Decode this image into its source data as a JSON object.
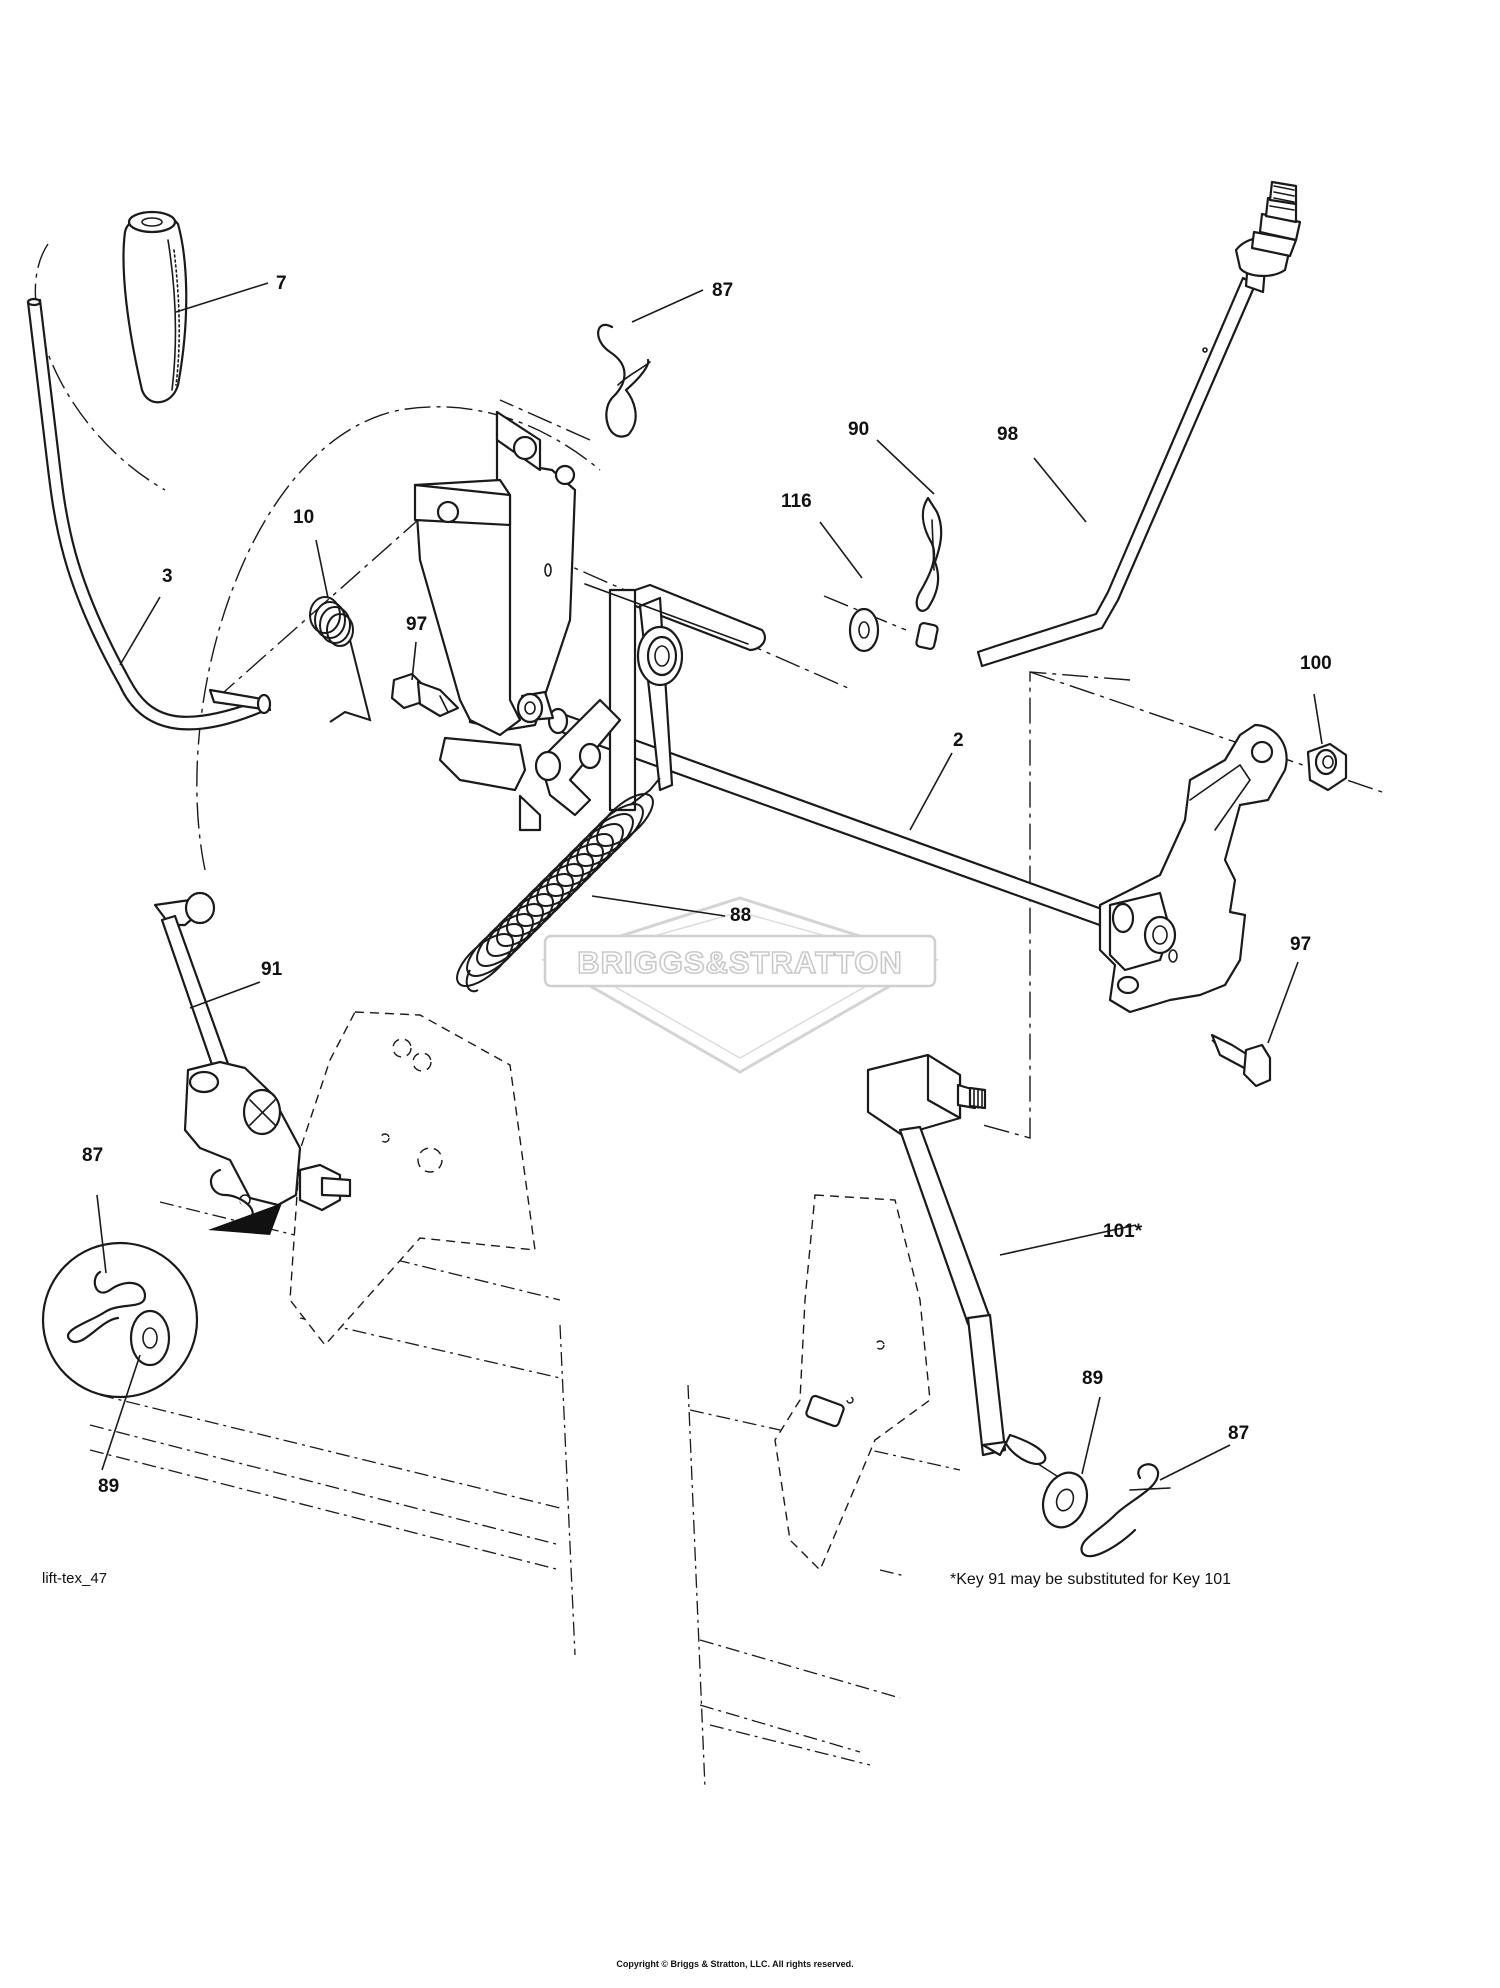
{
  "diagram": {
    "callouts": [
      {
        "id": "7",
        "label": "7"
      },
      {
        "id": "87-top",
        "label": "87"
      },
      {
        "id": "90",
        "label": "90"
      },
      {
        "id": "98",
        "label": "98"
      },
      {
        "id": "116",
        "label": "116"
      },
      {
        "id": "10",
        "label": "10"
      },
      {
        "id": "3",
        "label": "3"
      },
      {
        "id": "97-left",
        "label": "97"
      },
      {
        "id": "100",
        "label": "100"
      },
      {
        "id": "2",
        "label": "2"
      },
      {
        "id": "88",
        "label": "88"
      },
      {
        "id": "97-right",
        "label": "97"
      },
      {
        "id": "91",
        "label": "91"
      },
      {
        "id": "87-left",
        "label": "87"
      },
      {
        "id": "89-left",
        "label": "89"
      },
      {
        "id": "101",
        "label": "101*"
      },
      {
        "id": "89-right",
        "label": "89"
      },
      {
        "id": "87-right",
        "label": "87"
      }
    ],
    "watermark": "BRIGGS&STRATTON",
    "figure_id": "lift-tex_47",
    "note": "*Key 91 may be substituted for Key 101",
    "copyright": "Copyright © Briggs & Stratton, LLC. All rights reserved."
  }
}
